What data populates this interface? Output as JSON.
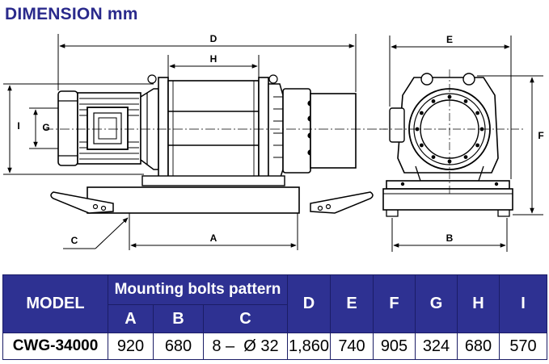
{
  "title": "DIMENSION mm",
  "diagram_labels": {
    "A": "A",
    "B": "B",
    "C": "C",
    "D": "D",
    "E": "E",
    "F": "F",
    "G": "G",
    "H": "H",
    "I": "I"
  },
  "table": {
    "model_header": "MODEL",
    "group_header": "Mounting bolts pattern",
    "sub_headers": [
      "A",
      "B",
      "C"
    ],
    "right_headers": [
      "D",
      "E",
      "F",
      "G",
      "H",
      "I"
    ],
    "row": {
      "model": "CWG-34000",
      "A": "920",
      "B": "680",
      "C": "8 –  Ø 32",
      "D": "1,860",
      "E": "740",
      "F": "905",
      "G": "324",
      "H": "680",
      "I": "570"
    }
  },
  "colors": {
    "title": "#2a2a8c",
    "table_header_bg": "#2e3192",
    "table_header_text": "#ffffff",
    "line": "#000000"
  }
}
